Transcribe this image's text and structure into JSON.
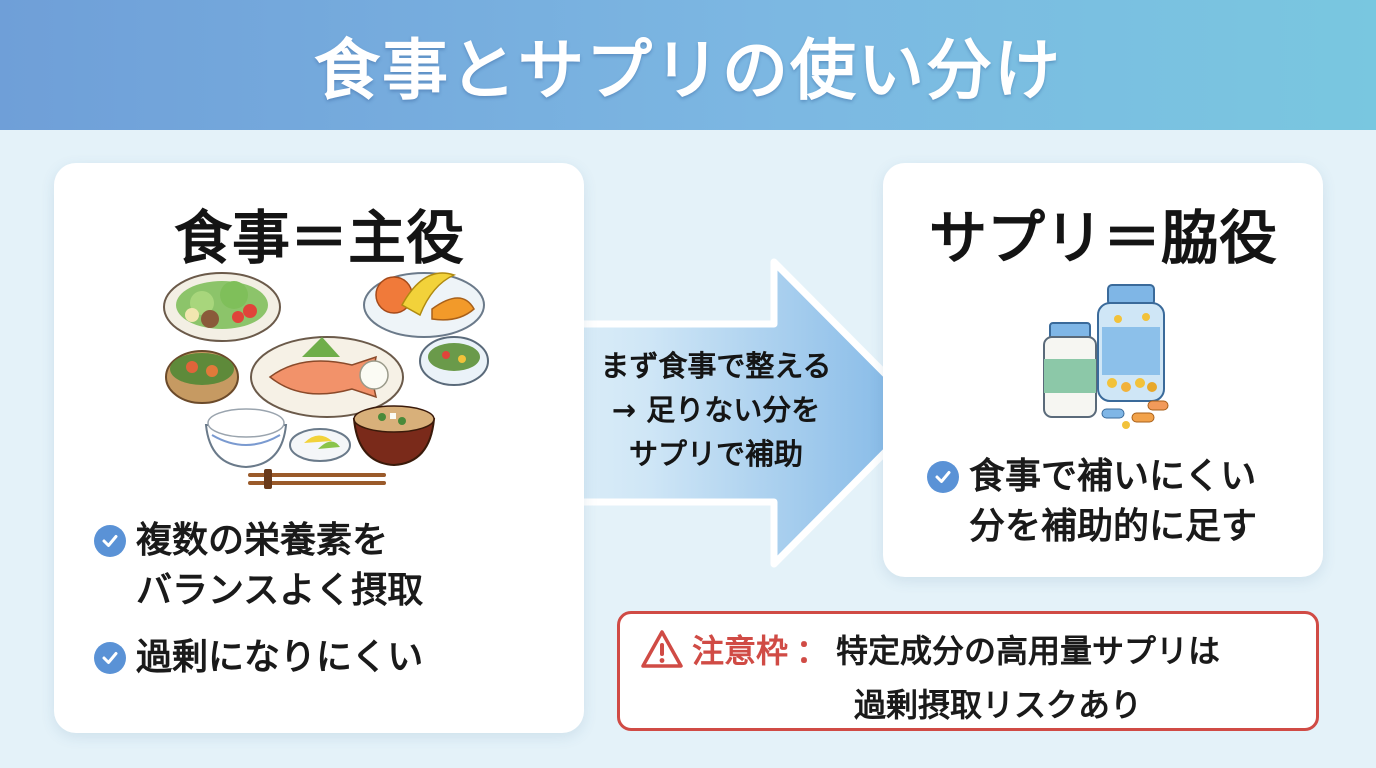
{
  "title": "食事とサプリの使い分け",
  "left_card": {
    "title": "食事＝主役",
    "points": [
      "複数の栄養素を\nバランスよく摂取",
      "過剰になりにくい"
    ],
    "point_lines": [
      [
        "複数の栄養素を",
        "バランスよく摂取"
      ],
      [
        "過剰になりにくい"
      ]
    ]
  },
  "arrow": {
    "lines": [
      "まず食事で整える",
      "→ 足りない分を",
      "サプリで補助"
    ]
  },
  "right_card": {
    "title": "サプリ＝脇役",
    "point_lines": [
      "食事で補いにくい",
      "分を補助的に足す"
    ]
  },
  "warning": {
    "label": "注意枠",
    "separator": "：",
    "line1": "特定成分の高用量サプリは",
    "line2": "過剰摂取リスクあり"
  },
  "icons": {
    "check": "check-circle-icon",
    "warning": "warning-triangle-icon",
    "food": "meal-illustration",
    "supplement": "supplement-bottles-illustration"
  },
  "colors": {
    "header_start": "#6f9fd8",
    "header_end": "#79c7e0",
    "background": "#e4f2f9",
    "check": "#5a92d6",
    "warning": "#d04b45",
    "arrow": "#7fb6e6"
  }
}
